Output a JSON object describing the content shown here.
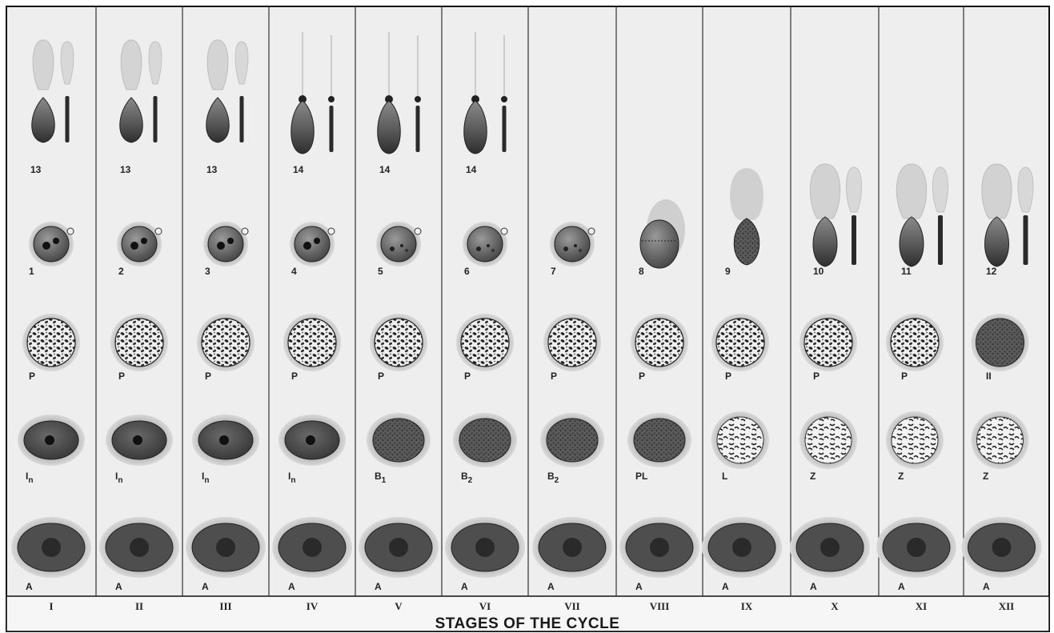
{
  "title": "STAGES OF THE CYCLE",
  "stages": [
    "I",
    "II",
    "III",
    "IV",
    "V",
    "VI",
    "VII",
    "VIII",
    "IX",
    "X",
    "XI",
    "XII"
  ],
  "rows": {
    "spermatid_late": [
      "13",
      "13",
      "13",
      "14",
      "14",
      "14",
      "",
      "",
      "",
      "",
      "",
      ""
    ],
    "spermatid_early": [
      "1",
      "2",
      "3",
      "4",
      "5",
      "6",
      "7",
      "8",
      "9",
      "10",
      "11",
      "12"
    ],
    "pachytene": [
      "P",
      "P",
      "P",
      "P",
      "P",
      "P",
      "P",
      "P",
      "P",
      "P",
      "P",
      "II"
    ],
    "spermatocyte_early": [
      "In",
      "In",
      "In",
      "In",
      "B1",
      "B2",
      "B2",
      "PL",
      "L",
      "Z",
      "Z",
      "Z"
    ],
    "spermatogonia": [
      "A",
      "A",
      "A",
      "A",
      "A",
      "A",
      "A",
      "A",
      "A",
      "A",
      "A",
      "A"
    ]
  },
  "colors": {
    "background": "#eeeeee",
    "border": "#111111",
    "cell_dark": "#4a4a4a",
    "halo": "#c8c8c8"
  },
  "icons": {
    "elongated_spermatid": "teardrop-head-with-tail",
    "round_spermatid": "round-cell-with-acrosome",
    "pachytene": "mottled-nucleus",
    "spermatocyte": "oval-nucleus",
    "spermatogonium": "large-oval-nucleus"
  }
}
